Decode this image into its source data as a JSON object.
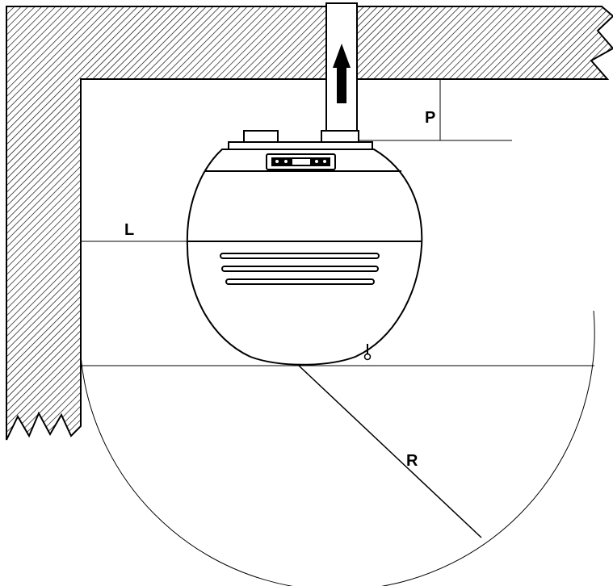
{
  "labels": {
    "p": "P",
    "l": "L",
    "r": "R"
  },
  "colors": {
    "ink": "#000000",
    "paper": "#ffffff",
    "appliance_band": "#f2f2f2"
  },
  "icons": {
    "exhaust_direction": "arrow-up-icon",
    "hatching": "wall-hatch-pattern"
  }
}
